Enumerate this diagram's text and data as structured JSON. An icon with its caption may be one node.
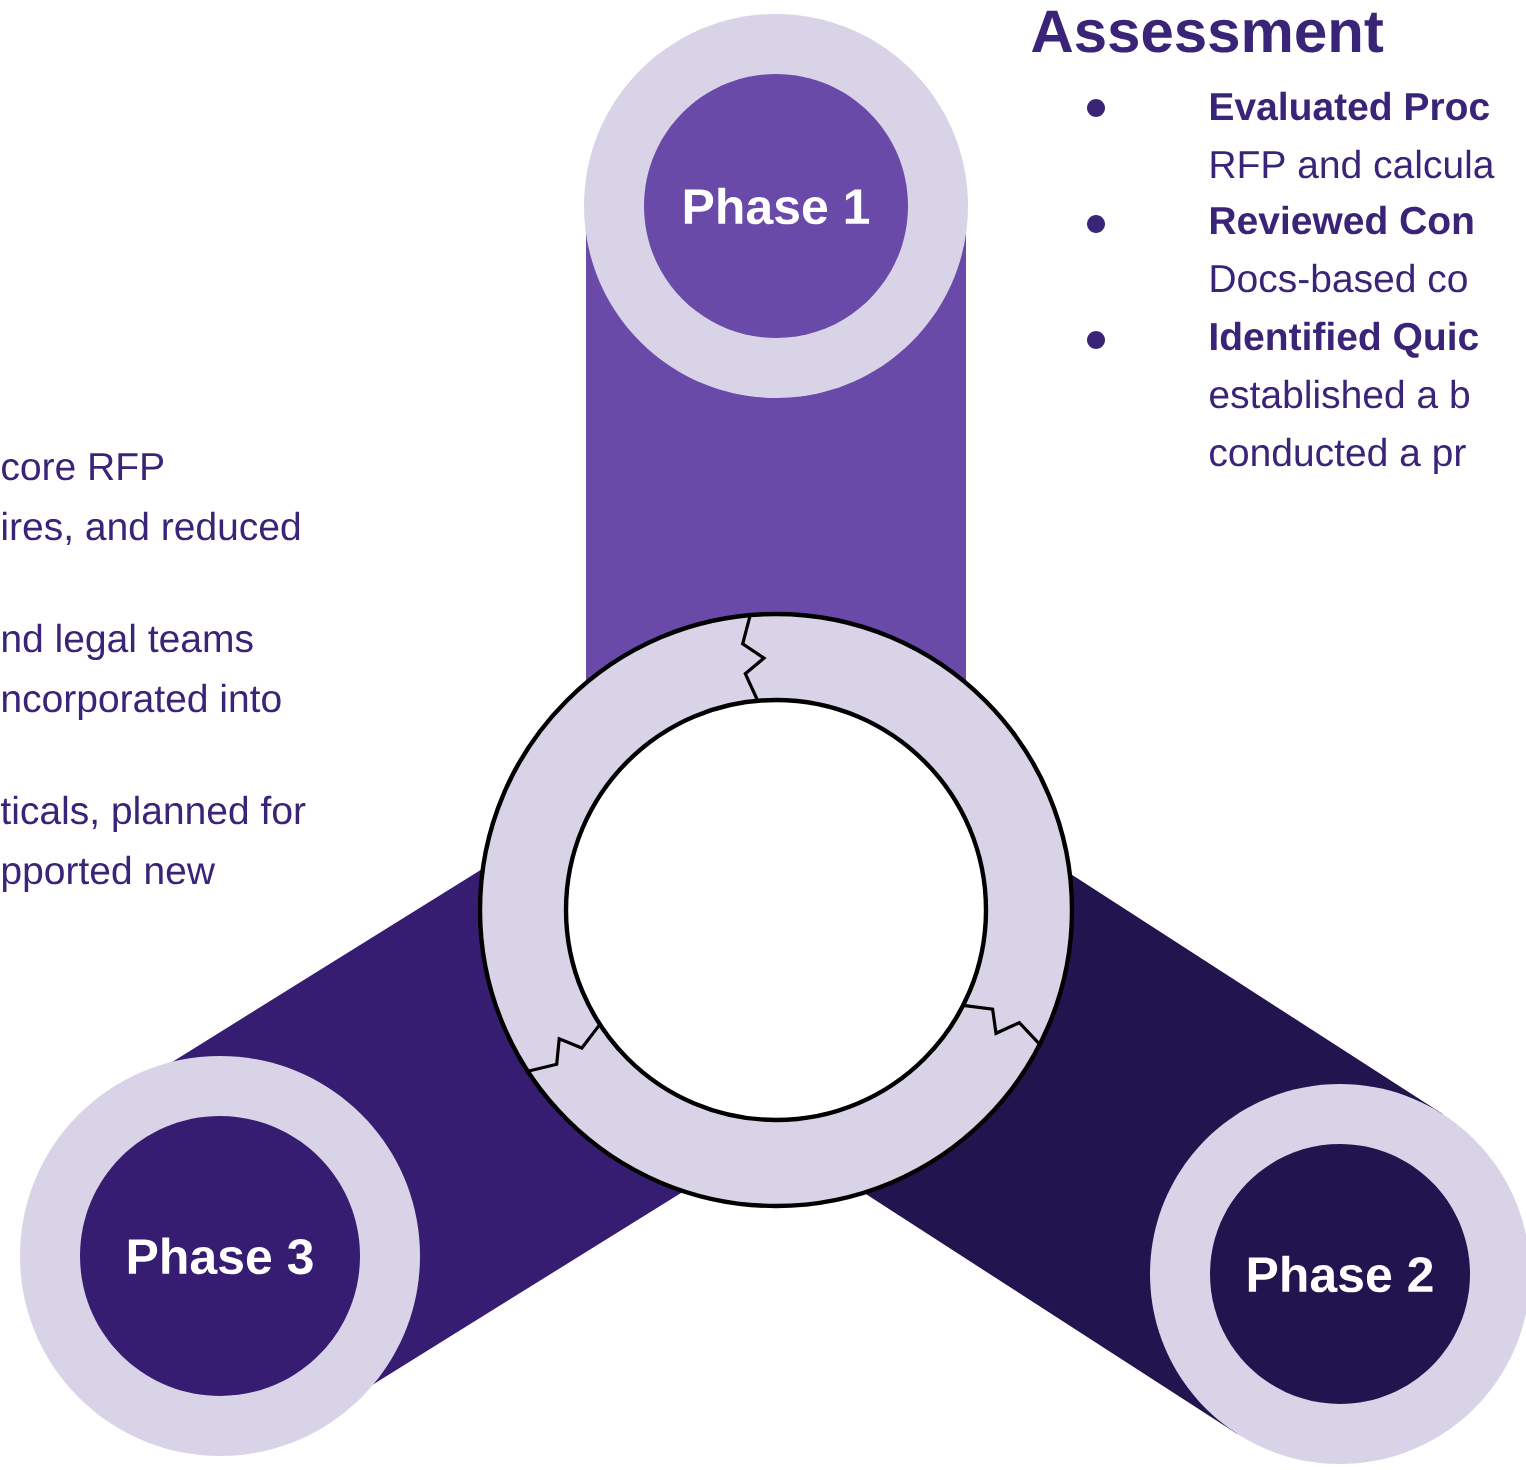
{
  "diagram": {
    "nodes": [
      {
        "text": [
          "Phase 1"
        ]
      },
      {
        "text": [
          "Phase 2"
        ]
      },
      {
        "text": [
          "Phase 3"
        ]
      }
    ],
    "labels": [
      "Assessment",
      "Evaluated Proc",
      "RFP and calcula",
      "Reviewed Con",
      "Docs-based co",
      "Identified Quic",
      "established a b",
      "conducted a pr",
      "core RFP",
      "ires, and reduced",
      "nd legal teams",
      "ncorporated into",
      "ticals, planned for",
      "pported new"
    ]
  }
}
